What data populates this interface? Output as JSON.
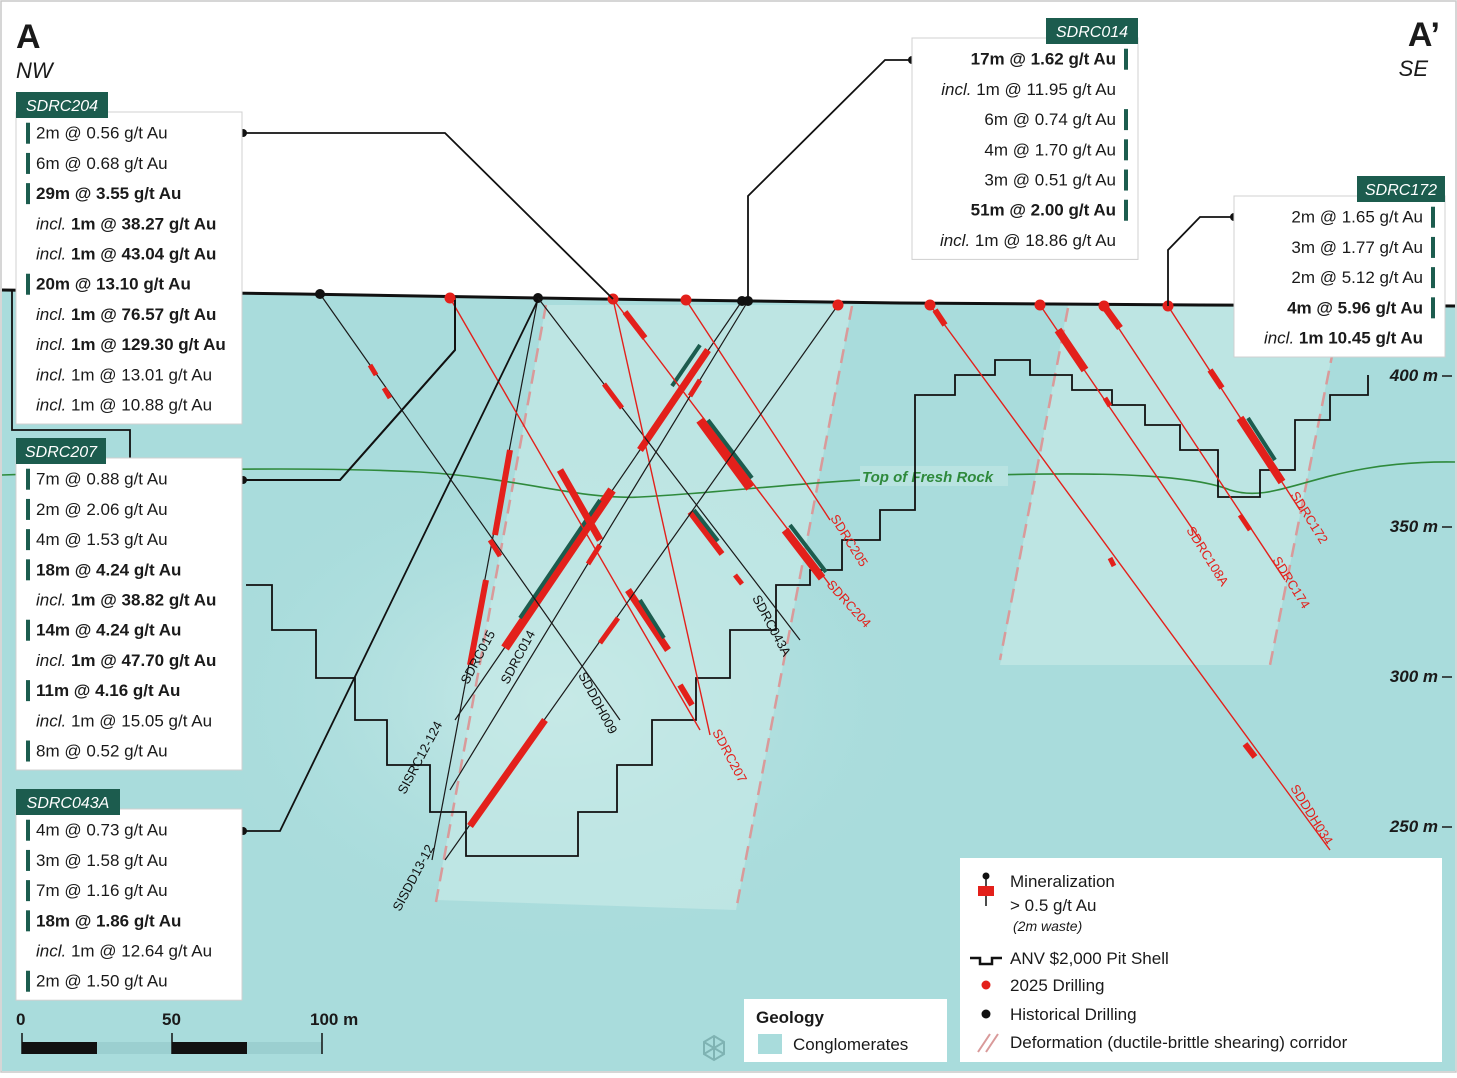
{
  "section": {
    "start_label": "A",
    "start_direction": "NW",
    "end_label": "A’",
    "end_direction": "SE"
  },
  "fresh_rock_label": "Top of Fresh Rock",
  "elevation_labels": [
    "400 m",
    "350 m",
    "300 m",
    "250 m"
  ],
  "scale_bar": {
    "ticks": [
      "0",
      "50",
      "100 m"
    ]
  },
  "holes": {
    "SDRC015": "SDRC015",
    "SDRC014": "SDRC014",
    "SDDDH009": "SDDDH009",
    "SDRC043A": "SDRC043A",
    "SDRC207": "SDRC207",
    "SDRC204": "SDRC204",
    "SDRC205": "SDRC205",
    "SDRC108A": "SDRC108A",
    "SDRC174": "SDRC174",
    "SDRC172": "SDRC172",
    "SDDDH034": "SDDDH034",
    "SISRC12_124": "SISRC12-124",
    "SISDD13_12": "SISDD13-12"
  },
  "callouts": {
    "SDRC204": {
      "name": "SDRC204",
      "rows": [
        {
          "incl": "",
          "text": "2m @ 0.56 g/t Au",
          "bold": false
        },
        {
          "incl": "",
          "text": "6m @ 0.68 g/t Au",
          "bold": false
        },
        {
          "incl": "",
          "text": "29m @ 3.55 g/t Au",
          "bold": true
        },
        {
          "incl": "incl.",
          "text": "1m @ 38.27 g/t Au",
          "bold": true
        },
        {
          "incl": "incl.",
          "text": "1m @ 43.04 g/t Au",
          "bold": true
        },
        {
          "incl": "",
          "text": "20m @ 13.10 g/t Au",
          "bold": true
        },
        {
          "incl": "incl.",
          "text": "1m @ 76.57 g/t Au",
          "bold": true
        },
        {
          "incl": "incl.",
          "text": "1m @ 129.30 g/t Au",
          "bold": true
        },
        {
          "incl": "incl.",
          "text": "1m @ 13.01 g/t Au",
          "bold": false
        },
        {
          "incl": "incl.",
          "text": "1m @ 10.88 g/t Au",
          "bold": false
        }
      ]
    },
    "SDRC207": {
      "name": "SDRC207",
      "rows": [
        {
          "incl": "",
          "text": "7m @ 0.88 g/t Au",
          "bold": false
        },
        {
          "incl": "",
          "text": "2m @ 2.06 g/t Au",
          "bold": false
        },
        {
          "incl": "",
          "text": "4m @ 1.53 g/t Au",
          "bold": false
        },
        {
          "incl": "",
          "text": "18m @ 4.24 g/t Au",
          "bold": true
        },
        {
          "incl": "incl.",
          "text": "1m @ 38.82 g/t Au",
          "bold": true
        },
        {
          "incl": "",
          "text": "14m @ 4.24 g/t Au",
          "bold": true
        },
        {
          "incl": "incl.",
          "text": "1m @ 47.70 g/t Au",
          "bold": true
        },
        {
          "incl": "",
          "text": "11m @ 4.16 g/t Au",
          "bold": true
        },
        {
          "incl": "incl.",
          "text": "1m @ 15.05 g/t Au",
          "bold": false
        },
        {
          "incl": "",
          "text": "8m @ 0.52 g/t Au",
          "bold": false
        }
      ]
    },
    "SDRC043A": {
      "name": "SDRC043A",
      "rows": [
        {
          "incl": "",
          "text": "4m @ 0.73 g/t Au",
          "bold": false
        },
        {
          "incl": "",
          "text": "3m @ 1.58 g/t Au",
          "bold": false
        },
        {
          "incl": "",
          "text": "7m @ 1.16 g/t Au",
          "bold": false
        },
        {
          "incl": "",
          "text": "18m @ 1.86 g/t Au",
          "bold": true
        },
        {
          "incl": "incl.",
          "text": "1m @ 12.64 g/t Au",
          "bold": false
        },
        {
          "incl": "",
          "text": "2m @ 1.50 g/t Au",
          "bold": false
        }
      ]
    },
    "SDRC014": {
      "name": "SDRC014",
      "rows": [
        {
          "incl": "",
          "text": "17m @ 1.62 g/t Au",
          "bold": true
        },
        {
          "incl": "incl.",
          "text": "1m @ 11.95 g/t Au",
          "bold": false
        },
        {
          "incl": "",
          "text": "6m @ 0.74 g/t Au",
          "bold": false
        },
        {
          "incl": "",
          "text": "4m @ 1.70 g/t Au",
          "bold": false
        },
        {
          "incl": "",
          "text": "3m @ 0.51 g/t Au",
          "bold": false
        },
        {
          "incl": "",
          "text": "51m @ 2.00 g/t Au",
          "bold": true
        },
        {
          "incl": "incl.",
          "text": "1m @ 18.86 g/t Au",
          "bold": false
        }
      ]
    },
    "SDRC172": {
      "name": "SDRC172",
      "rows": [
        {
          "incl": "",
          "text": "2m @ 1.65 g/t Au",
          "bold": false
        },
        {
          "incl": "",
          "text": "3m @ 1.77 g/t Au",
          "bold": false
        },
        {
          "incl": "",
          "text": "2m @ 5.12 g/t Au",
          "bold": false
        },
        {
          "incl": "",
          "text": "4m @ 5.96 g/t Au",
          "bold": true
        },
        {
          "incl": "incl.",
          "text": "1m 10.45 g/t Au",
          "bold": true
        }
      ]
    }
  },
  "legend": {
    "mineralization": "Mineralization",
    "mineralization_threshold": "> 0.5 g/t Au",
    "mineralization_note": "(2m waste)",
    "pit_shell": "ANV $2,000 Pit Shell",
    "drilling_2025": "2025 Drilling",
    "historical_drilling": "Historical Drilling",
    "deformation": "Deformation (ductile-brittle shearing) corridor"
  },
  "geology_legend": {
    "title": "Geology",
    "conglomerates": "Conglomerates"
  },
  "colors": {
    "ground": "#a9dcdc",
    "ground_light": "#c4e8e6",
    "corridor_fill": "#bfe6e4",
    "drill_red": "#e3201b",
    "header_green": "#1c5c4e",
    "fresh_rock_green": "#2f8a3c",
    "pit_shell": "#111111",
    "deformation_pink": "#d99a9a"
  }
}
